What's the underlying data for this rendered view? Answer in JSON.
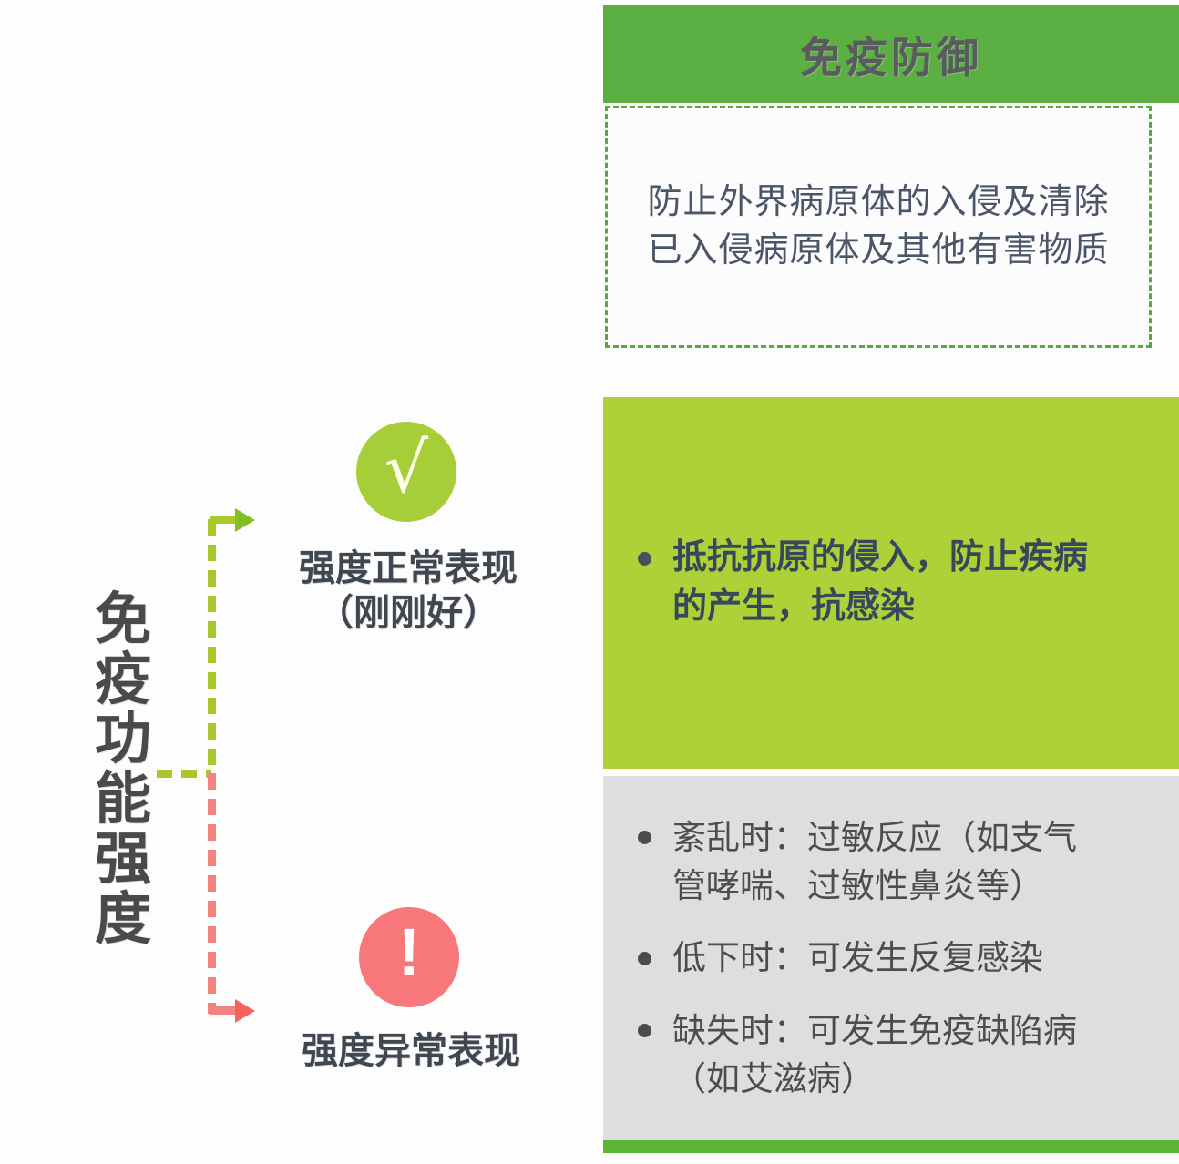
{
  "header": {
    "title": "免疫防御"
  },
  "definition_box": {
    "text": "防止外界病原体的入侵及清除\n已入侵病原体及其他有害物质"
  },
  "left_axis": {
    "label_chars": [
      "免",
      "疫",
      "功",
      "能",
      "强",
      "度"
    ],
    "label_full": "免疫功能强度"
  },
  "branches": [
    {
      "badge_icon": "check-icon",
      "badge_glyph": "√",
      "caption": "强度正常表现\n（刚刚好）",
      "arrow_color": "#a9c82b"
    },
    {
      "badge_icon": "exclamation-icon",
      "badge_glyph": "!",
      "caption": "强度异常表现",
      "arrow_color": "#f4827f"
    }
  ],
  "normal_panel": {
    "bullets": [
      "抵抗抗原的侵入，防止疾病\n的产生，抗感染"
    ]
  },
  "abnormal_panel": {
    "bullets": [
      "紊乱时：过敏反应（如支气\n管哮喘、过敏性鼻炎等）",
      "低下时：可发生反复感染",
      "缺失时：可发生免疫缺陷病\n（如艾滋病）"
    ]
  },
  "colors": {
    "header_green": "#5caf42",
    "panel_yellow_green": "#add136",
    "panel_gray": "#dddedf",
    "footer_green": "#5cb531",
    "dashed_border_green": "#57a93f",
    "badge_ok_green": "#a6ce38",
    "badge_alert_red": "#f7777a",
    "arrow_green": "#a9c82b",
    "arrow_red": "#f4827f",
    "text_dark": "#4a4a4a",
    "text_slate": "#4b5569"
  }
}
